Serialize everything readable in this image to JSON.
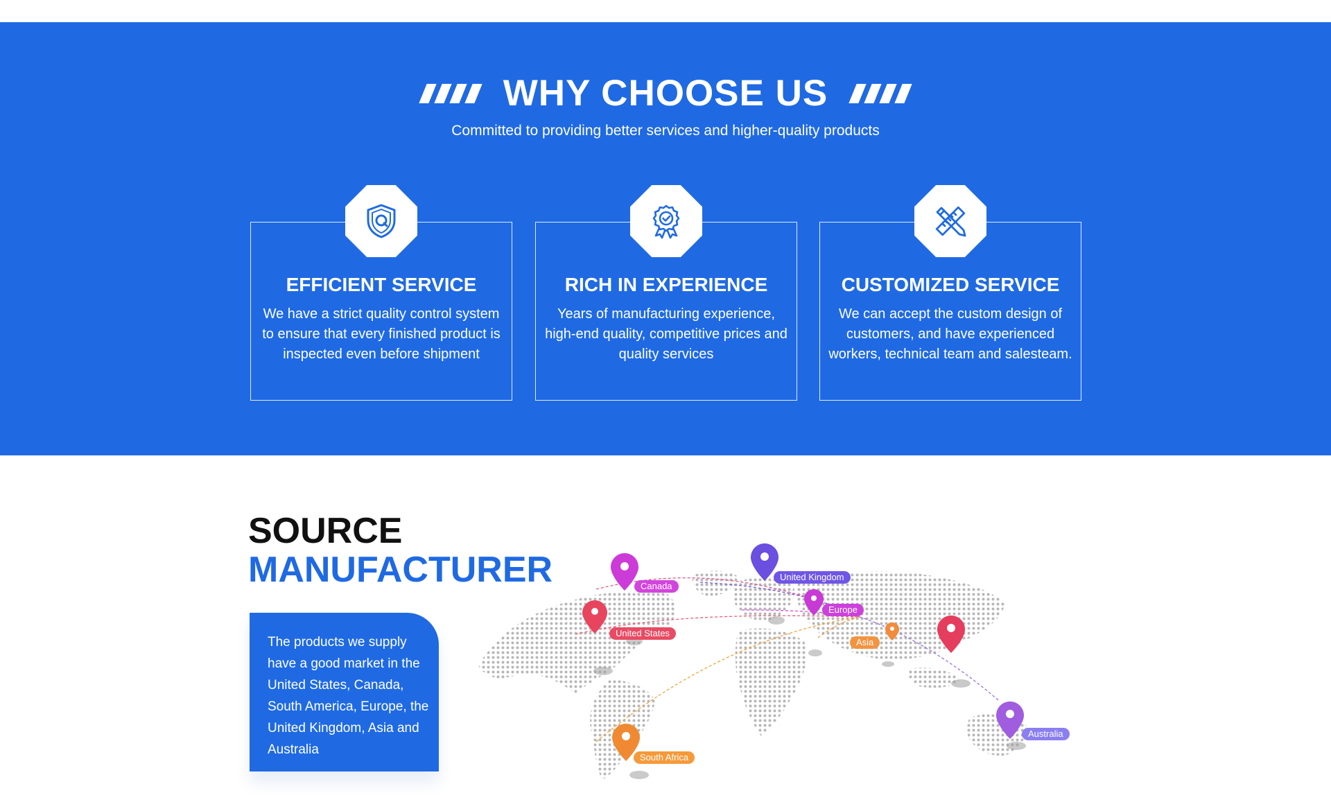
{
  "why": {
    "title": "WHY CHOOSE US",
    "subtitle": "Committed to providing better services and higher-quality products",
    "accent_color": "#1f6ae3",
    "cards": [
      {
        "icon": "shield-quality-icon",
        "title": "EFFICIENT SERVICE",
        "text": "We have a strict quality control system to ensure that every finished product is inspected even before shipment"
      },
      {
        "icon": "award-badge-icon",
        "title": "RICH IN EXPERIENCE",
        "text": "Years of manufacturing experience, high-end quality, competitive prices and quality services"
      },
      {
        "icon": "ruler-pencil-icon",
        "title": "CUSTOMIZED SERVICE",
        "text": "We can accept the custom design of customers, and have experienced workers, technical team and salesteam."
      }
    ]
  },
  "source": {
    "title_line1": "SOURCE",
    "title_line2": "MANUFACTURER",
    "description": "The products we supply have a good market in the United States, Canada, South America, Europe, the United Kingdom, Asia and Australia",
    "map_labels": {
      "canada": "Canada",
      "united_states": "United States",
      "united_kingdom": "United Kingdom",
      "europe": "Europe",
      "asia": "Asia",
      "australia": "Australia",
      "south_africa": "South Africa"
    }
  }
}
